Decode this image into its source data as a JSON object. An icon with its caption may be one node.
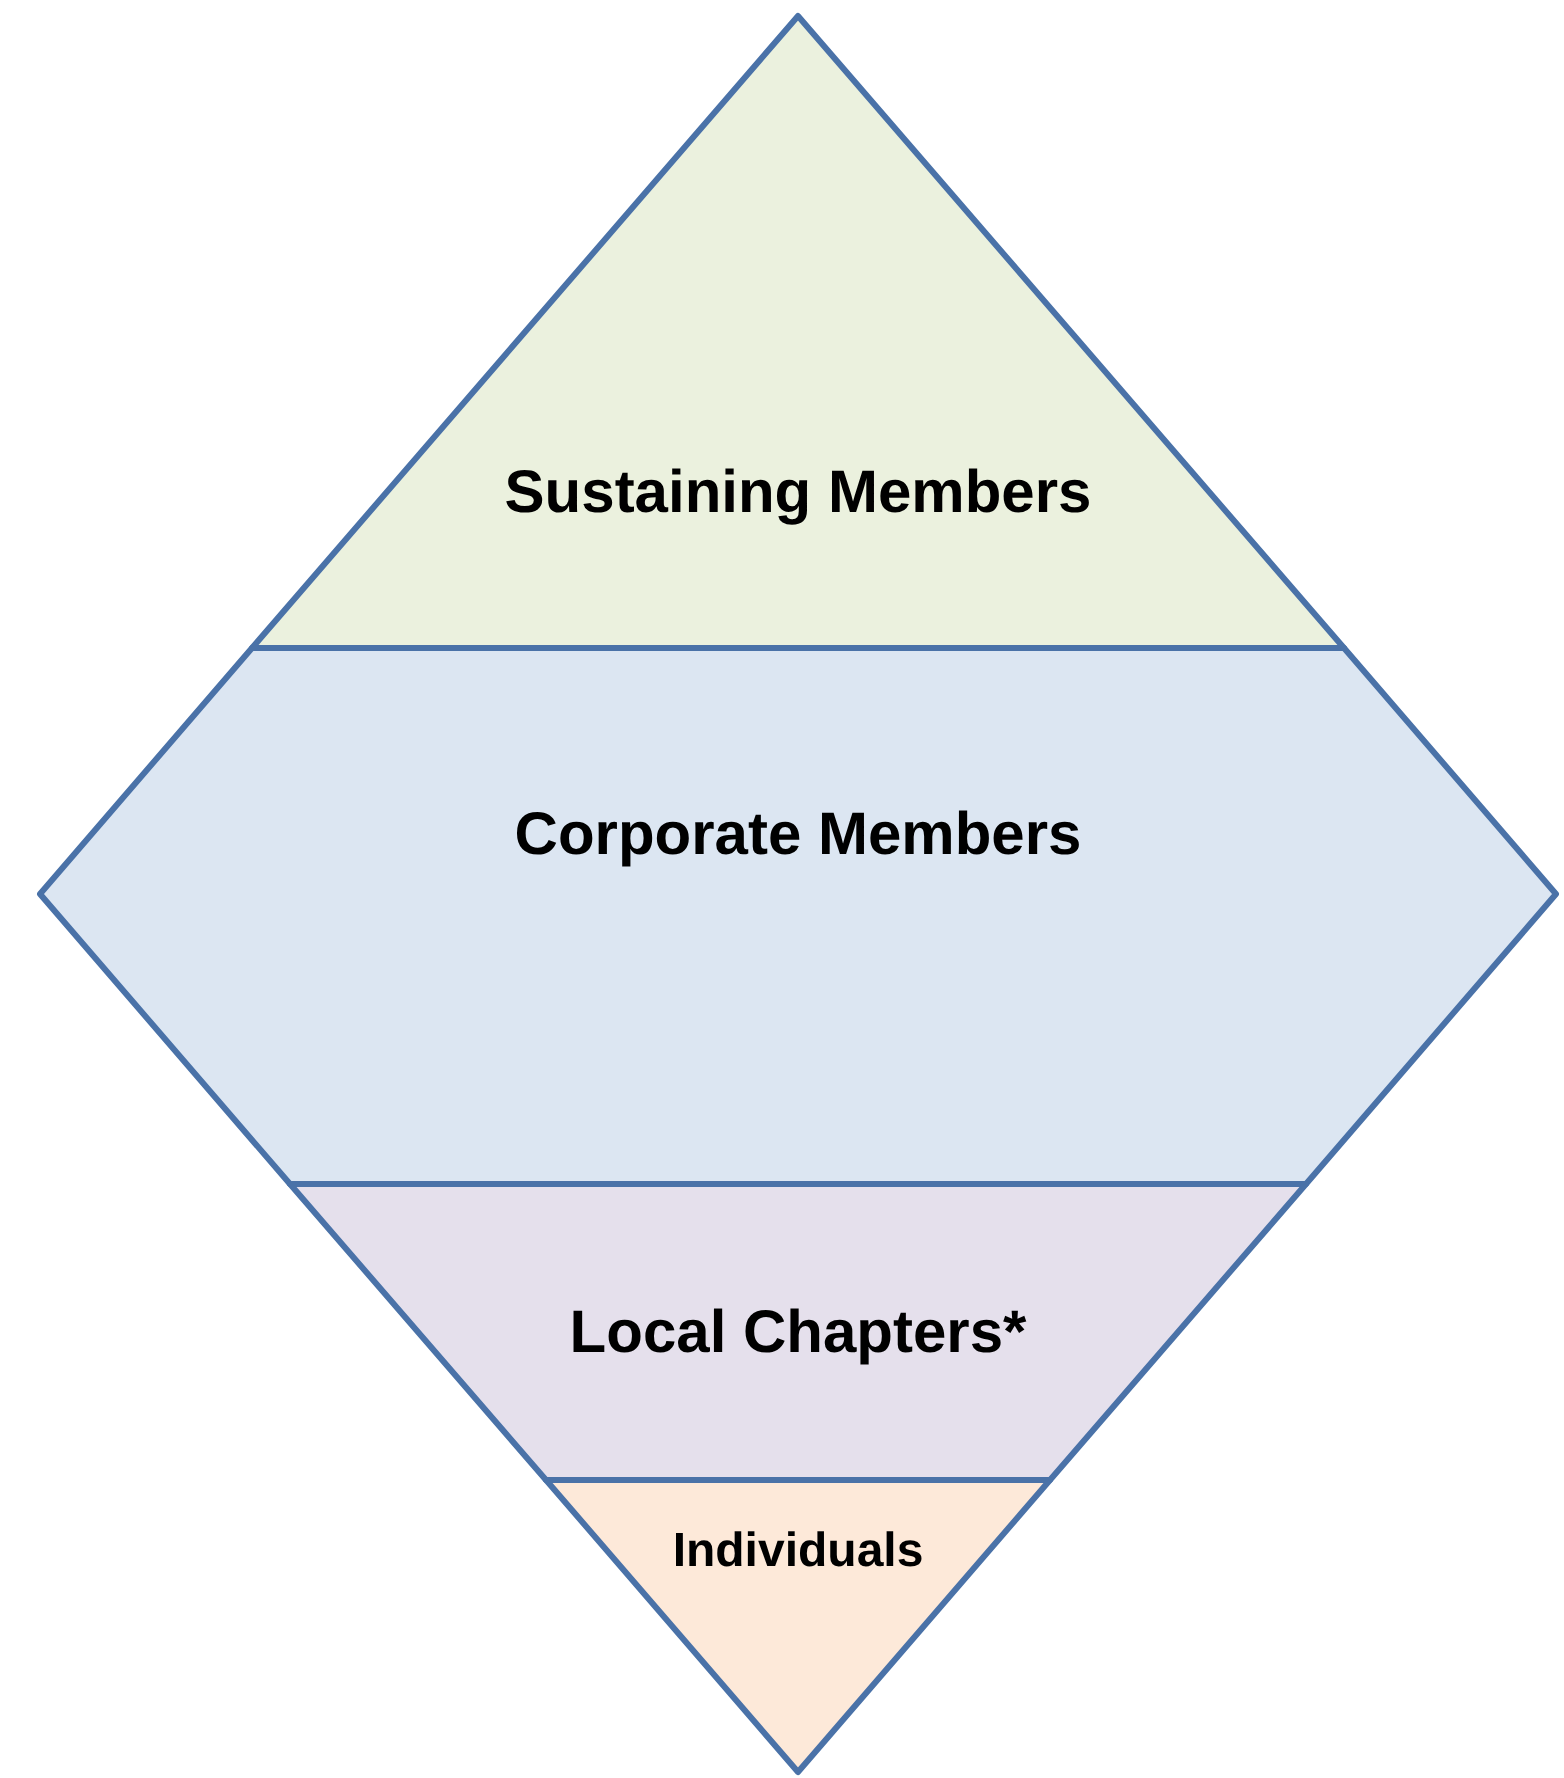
{
  "diagram": {
    "nodes": [
      {
        "text": [
          "Sustaining Members"
        ]
      },
      {
        "text": [
          "Corporate Members"
        ]
      },
      {
        "text": [
          "Local Chapters*"
        ]
      },
      {
        "text": [
          "Individuals"
        ]
      }
    ]
  }
}
